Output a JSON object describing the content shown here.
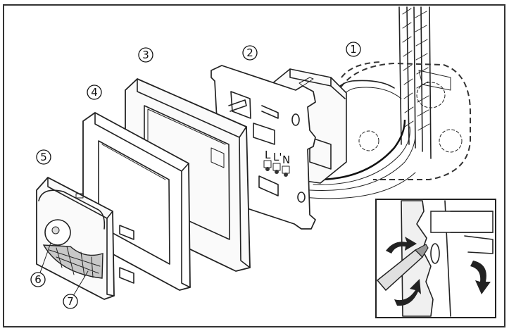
{
  "callouts": [
    {
      "label": "1"
    },
    {
      "label": "2"
    },
    {
      "label": "3"
    },
    {
      "label": "4"
    },
    {
      "label": "5"
    },
    {
      "label": "6"
    },
    {
      "label": "7"
    }
  ],
  "terminal_labels": {
    "L_out": "L'",
    "L_in": "L",
    "N": "N"
  },
  "colors": {
    "line": "#222222",
    "shade": "#c8c8c8",
    "dark": "#555555"
  }
}
